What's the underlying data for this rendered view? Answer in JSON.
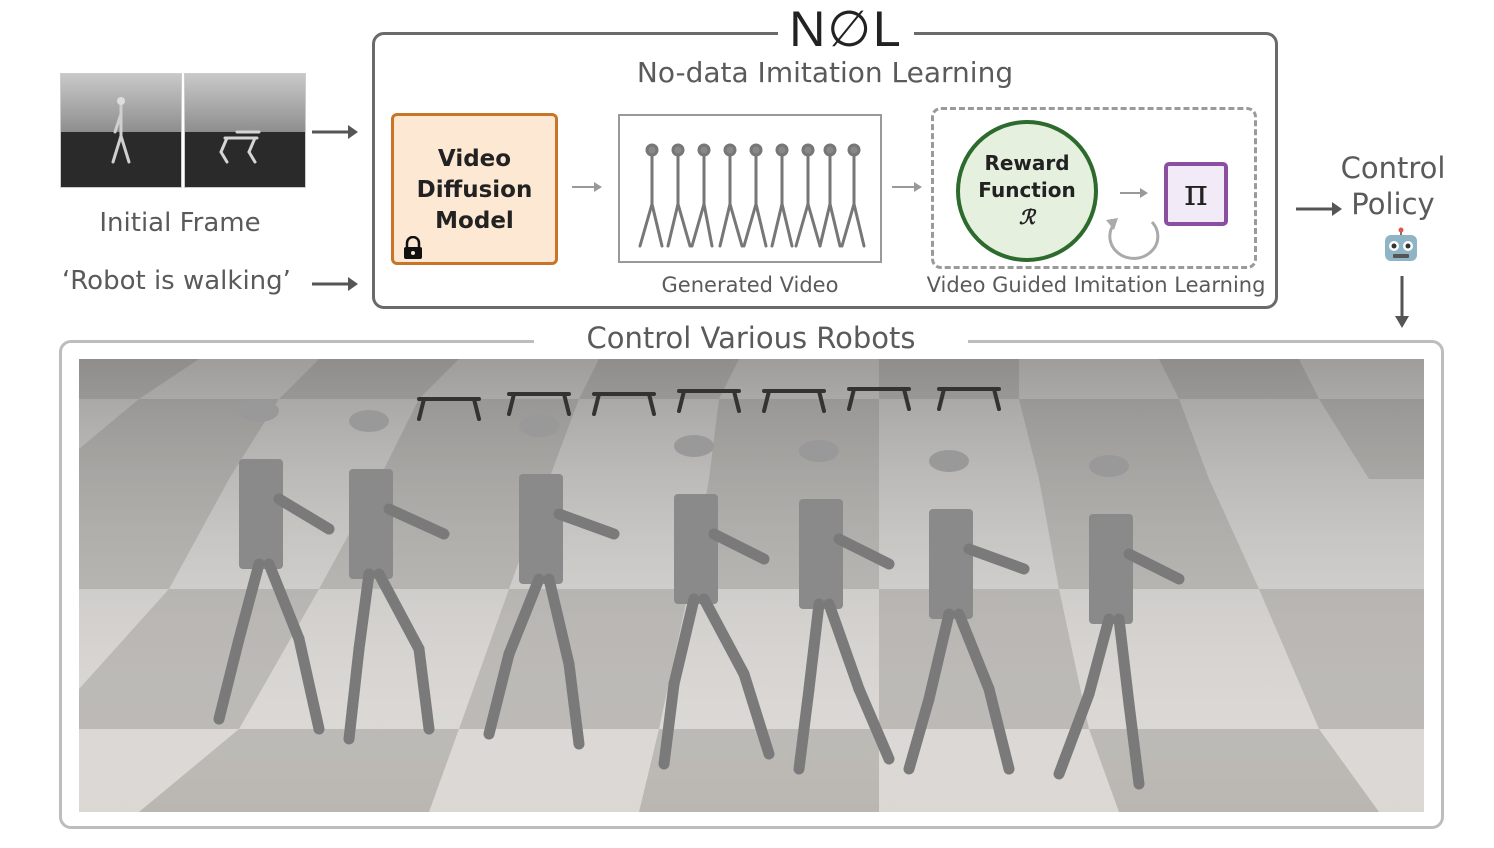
{
  "logo": {
    "text": "N∅L"
  },
  "pipeline": {
    "title": "No-data Imitation Learning"
  },
  "inputs": {
    "initial_frame_label": "Initial Frame",
    "prompt_label": "‘Robot is walking’"
  },
  "video_diffusion": {
    "line1": "Video",
    "line2": "Diffusion",
    "line3": "Model"
  },
  "generated_video": {
    "label": "Generated Video"
  },
  "reward": {
    "line1": "Reward",
    "line2": "Function",
    "symbol": "ℛ"
  },
  "policy_box": {
    "symbol": "π"
  },
  "imitation": {
    "label": "Video Guided Imitation Learning"
  },
  "output": {
    "line1": "Control",
    "line2": "Policy",
    "icon": "robot-face-icon"
  },
  "bottom": {
    "title": "Control Various Robots"
  },
  "colors": {
    "vdm_border": "#c8752a",
    "vdm_fill": "#fde9d3",
    "reward_border": "#2d6a2d",
    "reward_fill": "#e6f0df",
    "policy_border": "#8a4fa0",
    "policy_fill": "#f3eaf7"
  }
}
